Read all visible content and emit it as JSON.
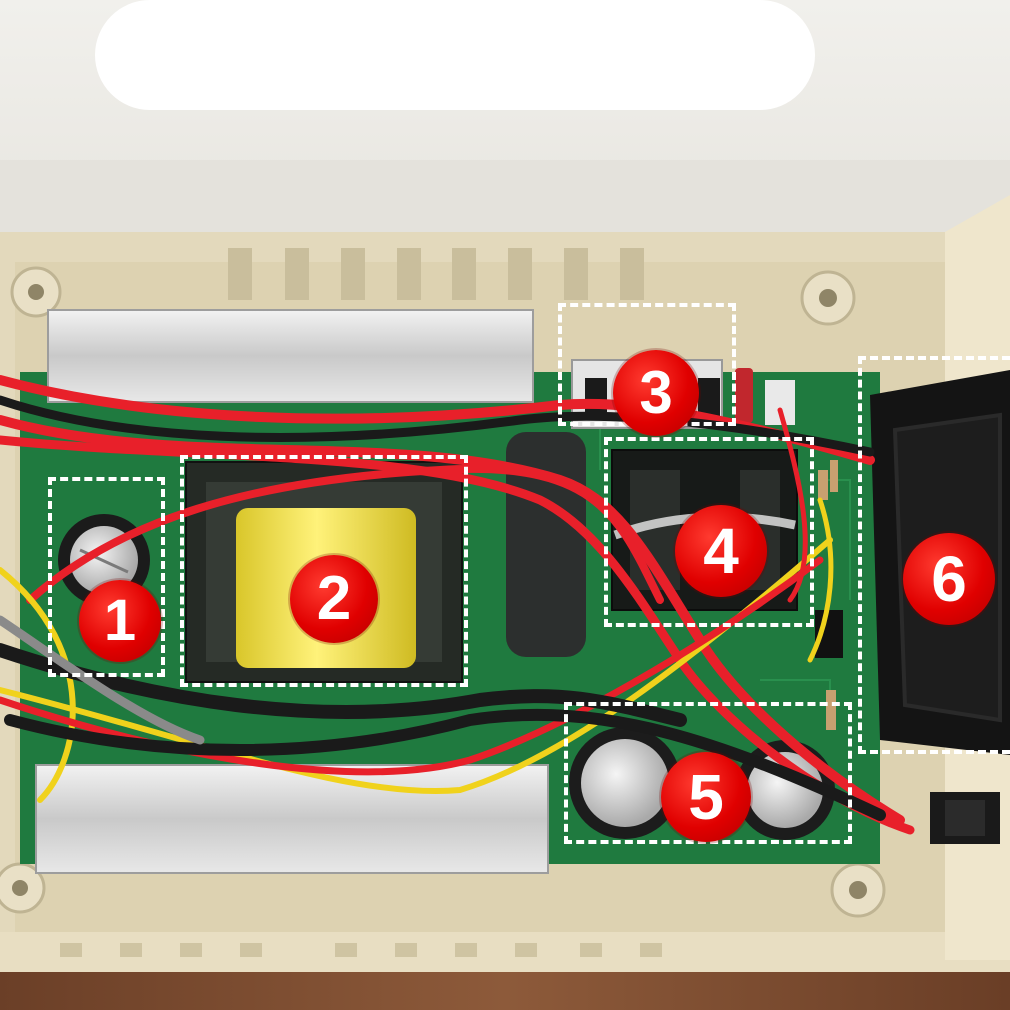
{
  "photo": {
    "subject": "power-supply-circuit-board-in-enclosure",
    "colors": {
      "enclosure": "#e6dcc0",
      "pcb": "#1f7a3f",
      "heatsink": "#cfcfcf",
      "transformer_core": "#252a25",
      "transformer_coil": "#f2e24a",
      "wire_red": "#e8202a",
      "wire_black": "#1a1a1a",
      "wire_yellow": "#f0d21c",
      "fan": "#151515",
      "badge": "#e60000",
      "dashed_outline": "#ffffff",
      "floor": "#7a4a2e"
    }
  },
  "callouts": [
    {
      "label": "1"
    },
    {
      "label": "2"
    },
    {
      "label": "3"
    },
    {
      "label": "4"
    },
    {
      "label": "5"
    },
    {
      "label": "6"
    }
  ]
}
